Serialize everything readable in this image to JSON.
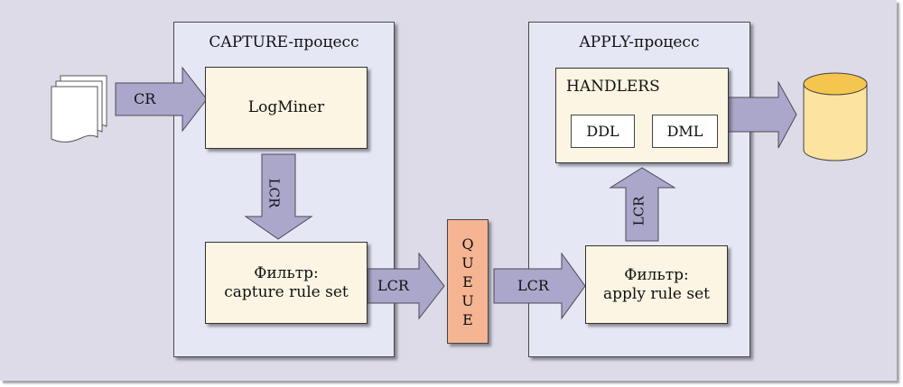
{
  "diagram": {
    "title": "Oracle Streams capture/apply flow",
    "capture_process": {
      "title": "CAPTURE-процесс",
      "logminer": "LogMiner",
      "filter_line1": "Фильтр:",
      "filter_line2": "capture rule set"
    },
    "apply_process": {
      "title": "APPLY-процесс",
      "handlers": "HANDLERS",
      "ddl": "DDL",
      "dml": "DML",
      "filter_line1": "Фильтр:",
      "filter_line2": "apply rule set"
    },
    "queue": {
      "letters": [
        "Q",
        "U",
        "E",
        "U",
        "E"
      ]
    },
    "arrows": {
      "redo_to_logminer": "CR",
      "logminer_to_filter": "LCR",
      "filter_to_queue": "LCR",
      "queue_to_apply_filter": "LCR",
      "apply_filter_to_handlers": "LCR"
    },
    "icons": {
      "source": "redo-log-documents-icon",
      "target": "database-cylinder-icon"
    },
    "colors": {
      "background": "#dddbe8",
      "process_fill": "#e5e8f4",
      "box_fill": "#fdf5e3",
      "arrow_fill": "#aba7cb",
      "queue_fill": "#f5b592",
      "db_top": "#f5c64d",
      "db_body": "#fde3a0"
    }
  }
}
